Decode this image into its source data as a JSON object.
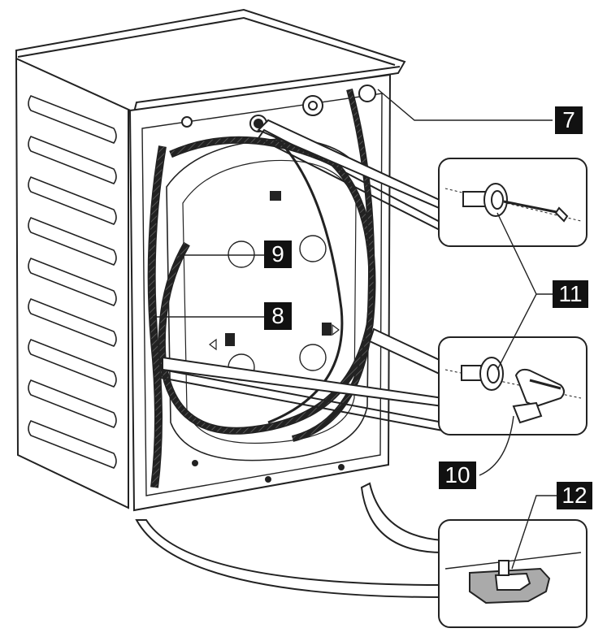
{
  "callouts": {
    "c7": "7",
    "c8": "8",
    "c9": "9",
    "c10": "10",
    "c11": "11",
    "c12": "12"
  },
  "colors": {
    "line": "#222222",
    "fill": "#ffffff",
    "label_bg": "#111111",
    "label_fg": "#ffffff",
    "hose_hatch": "#555555"
  }
}
